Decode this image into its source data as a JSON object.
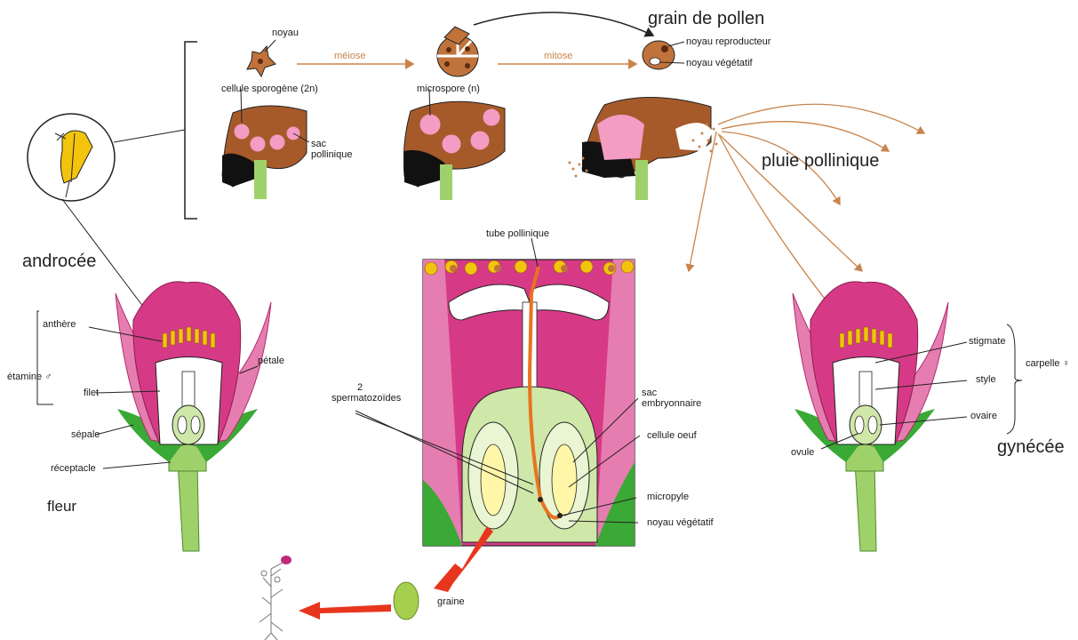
{
  "labels": {
    "noyau": "noyau",
    "cellule_sporogene": "cellule sporogène (2n)",
    "meiose": "méiose",
    "microspore": "microspore (n)",
    "mitose": "mitose",
    "grain_de_pollen": "grain de pollen",
    "noyau_reproducteur": "noyau reproducteur",
    "noyau_vegetatif_top": "noyau végétatif",
    "sac_pollinique": "sac pollinique",
    "pluie_pollinique": "pluie pollinique",
    "androcee": "androcée",
    "anthere": "anthère",
    "etamine": "étamine ♂",
    "filet": "filet",
    "petale": "pétale",
    "sepale": "sépale",
    "receptacle": "réceptacle",
    "fleur": "fleur",
    "tube_pollinique": "tube pollinique",
    "spermatozoides": "2 spermatozoïdes",
    "sac_embryonnaire": "sac embryonnaire",
    "cellule_oeuf": "cellule oeuf",
    "micropyle": "micropyle",
    "noyau_vegetatif_bottom": "noyau végétatif",
    "graine": "graine",
    "stigmate": "stigmate",
    "style": "style",
    "ovaire": "ovaire",
    "ovule": "ovule",
    "carpelle": "carpelle ♀",
    "gynecee": "gynécée"
  },
  "colors": {
    "petal_pink": "#d63a86",
    "petal_light": "#e67db0",
    "sepal_green": "#3aa935",
    "stem_green": "#9fd16a",
    "anther_brown": "#b86a3c",
    "pollen_pink": "#f39cc4",
    "arrow_orange": "#c8844c",
    "arrow_red": "#e8361e",
    "ovule_green": "#cfe7a8",
    "seed_green": "#a5cf4e"
  }
}
